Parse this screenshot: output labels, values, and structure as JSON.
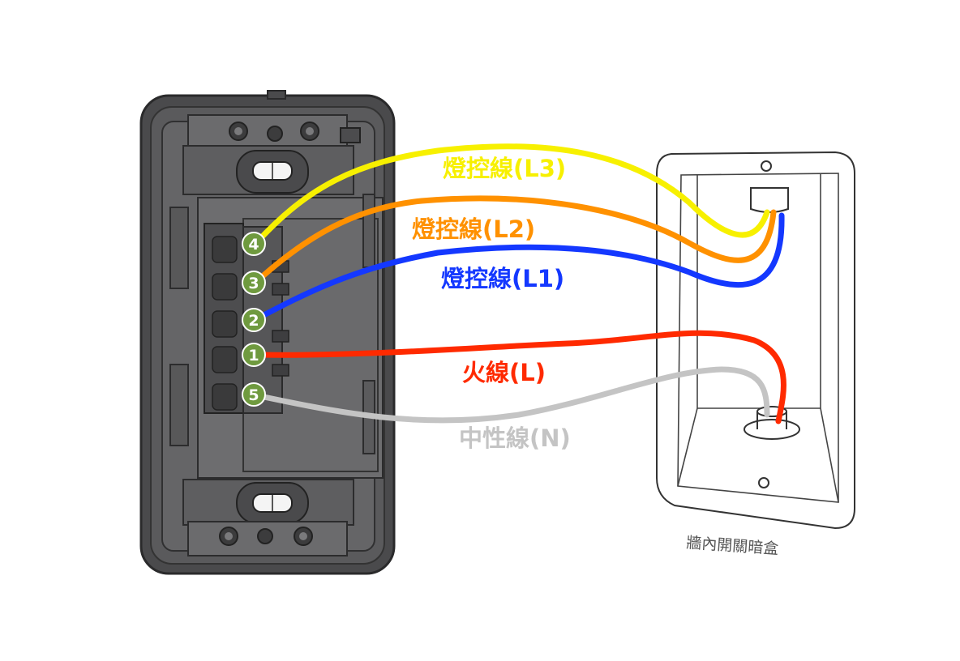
{
  "terminals": [
    {
      "number": "4",
      "color": "#6f9a3f"
    },
    {
      "number": "3",
      "color": "#6f9a3f"
    },
    {
      "number": "2",
      "color": "#6f9a3f"
    },
    {
      "number": "1",
      "color": "#6f9a3f"
    },
    {
      "number": "5",
      "color": "#6f9a3f"
    }
  ],
  "wires": [
    {
      "id": "L3",
      "label": "燈控線(L3)",
      "color": "#f7f000"
    },
    {
      "id": "L2",
      "label": "燈控線(L2)",
      "color": "#ff9100"
    },
    {
      "id": "L1",
      "label": "燈控線(L1)",
      "color": "#1438ff"
    },
    {
      "id": "L",
      "label": "火線(L)",
      "color": "#ff2a00"
    },
    {
      "id": "N",
      "label": "中性線(N)",
      "color": "#c4c4c4"
    }
  ],
  "box": {
    "caption": "牆內開關暗盒"
  }
}
